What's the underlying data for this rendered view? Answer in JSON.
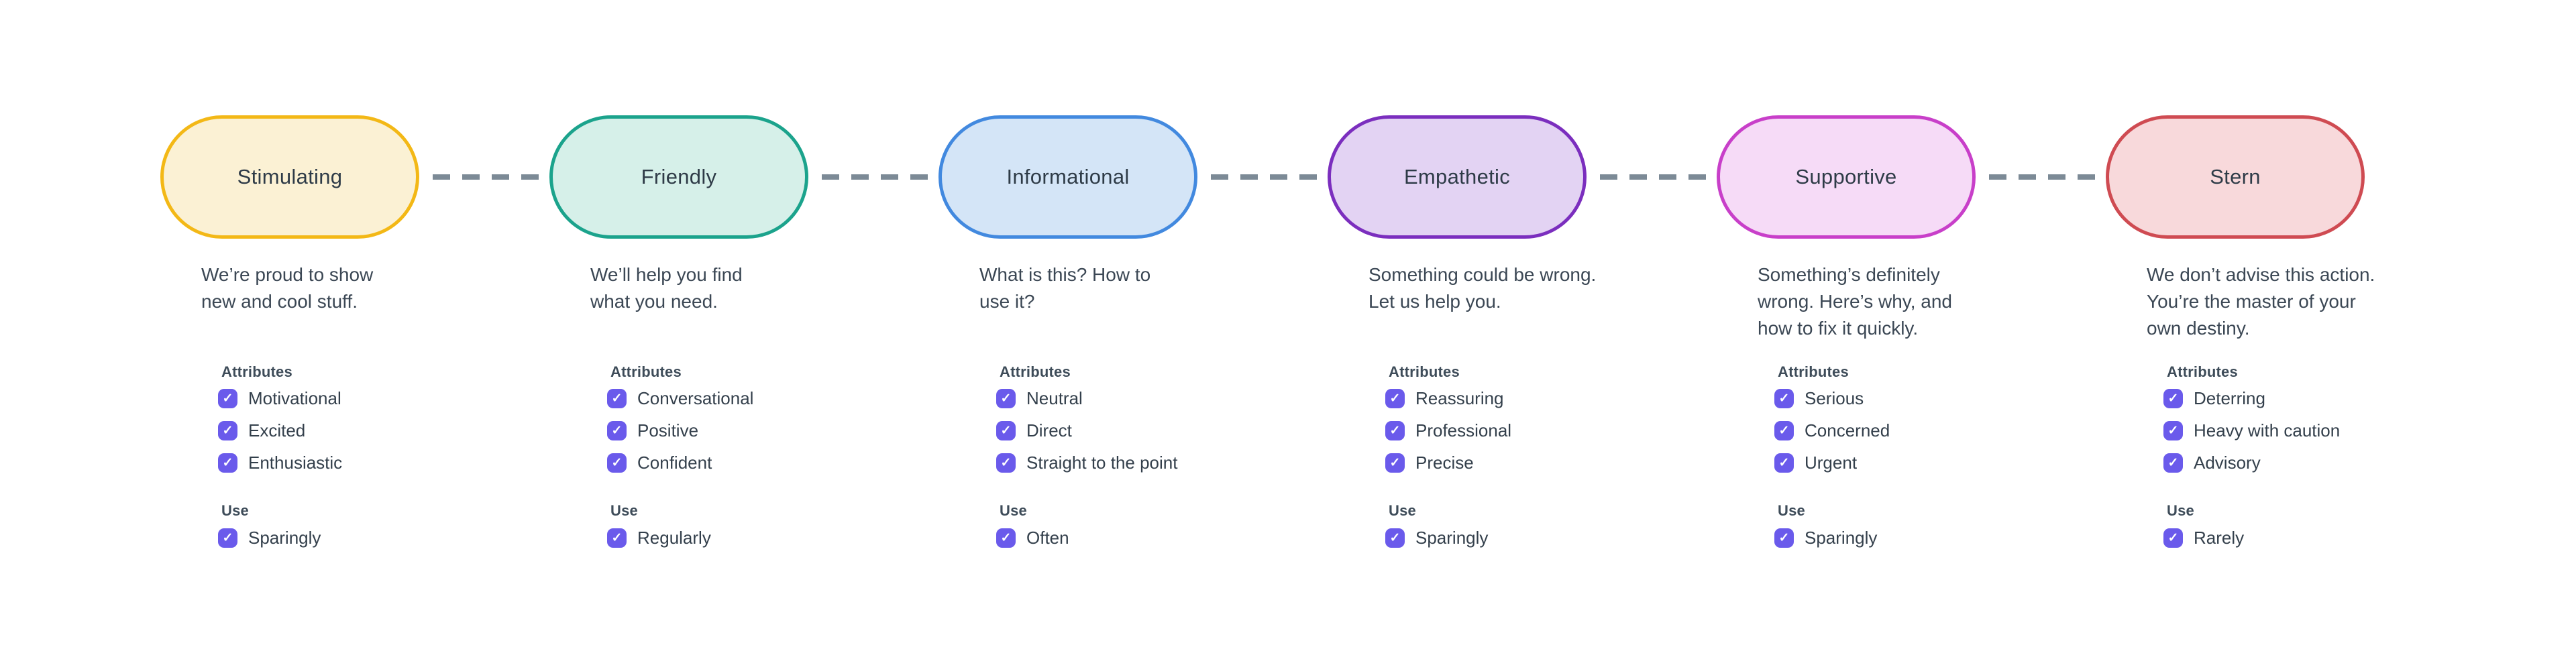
{
  "diagram": {
    "type": "tone-spectrum",
    "connector_color": "#7C8A96",
    "checkbox_color": "#6A5AEB",
    "check_glyph": "✓",
    "labels": {
      "attributes": "Attributes",
      "use": "Use"
    },
    "tones": [
      {
        "name": "Stimulating",
        "border": "#F3B816",
        "fill": "#FBF1D4",
        "description": "We’re proud to show\nnew and cool stuff.",
        "attributes": [
          "Motivational",
          "Excited",
          "Enthusiastic"
        ],
        "use": "Sparingly"
      },
      {
        "name": "Friendly",
        "border": "#1BA38C",
        "fill": "#D6F0E9",
        "description": "We’ll help you find\nwhat you need.",
        "attributes": [
          "Conversational",
          "Positive",
          "Confident"
        ],
        "use": "Regularly"
      },
      {
        "name": "Informational",
        "border": "#4289DF",
        "fill": "#D4E5F7",
        "description": "What is this? How to\nuse it?",
        "attributes": [
          "Neutral",
          "Direct",
          "Straight to the point"
        ],
        "use": "Often"
      },
      {
        "name": "Empathetic",
        "border": "#7B2EBE",
        "fill": "#E3D3F3",
        "description": "Something could be wrong.\nLet us help you.",
        "attributes": [
          "Reassuring",
          "Professional",
          "Precise"
        ],
        "use": "Sparingly"
      },
      {
        "name": "Supportive",
        "border": "#C83FC9",
        "fill": "#F6DBF7",
        "description": "Something’s definitely\nwrong. Here’s why, and\nhow to fix it quickly.",
        "attributes": [
          "Serious",
          "Concerned",
          "Urgent"
        ],
        "use": "Sparingly"
      },
      {
        "name": "Stern",
        "border": "#CF4B52",
        "fill": "#F8D9DB",
        "description": "We don’t advise this action.\nYou’re the master of your\nown destiny.",
        "attributes": [
          "Deterring",
          "Heavy with caution",
          "Advisory"
        ],
        "use": "Rarely"
      }
    ]
  }
}
